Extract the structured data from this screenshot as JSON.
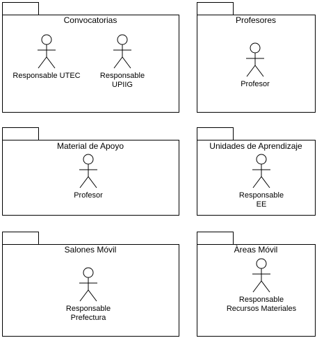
{
  "packages": [
    {
      "id": "convocatorias",
      "name": "Convocatorias",
      "actors": [
        {
          "label_lines": [
            "Responsable UTEC"
          ]
        },
        {
          "label_lines": [
            "Responsable",
            "UPIIG"
          ]
        }
      ]
    },
    {
      "id": "profesores",
      "name": "Profesores",
      "actors": [
        {
          "label_lines": [
            "Profesor"
          ]
        }
      ]
    },
    {
      "id": "material-de-apoyo",
      "name": "Material de Apoyo",
      "actors": [
        {
          "label_lines": [
            "Profesor"
          ]
        }
      ]
    },
    {
      "id": "unidades-de-aprendizaje",
      "name": "Unidades de Aprendizaje",
      "actors": [
        {
          "label_lines": [
            "Responsable",
            "EE"
          ]
        }
      ]
    },
    {
      "id": "salones-movil",
      "name": "Salones Móvil",
      "actors": [
        {
          "label_lines": [
            "Responsable",
            "Prefectura"
          ]
        }
      ]
    },
    {
      "id": "areas-movil",
      "name": "Àreas Móvil",
      "actors": [
        {
          "label_lines": [
            "Responsable",
            "Recursos Materiales"
          ]
        }
      ]
    }
  ]
}
